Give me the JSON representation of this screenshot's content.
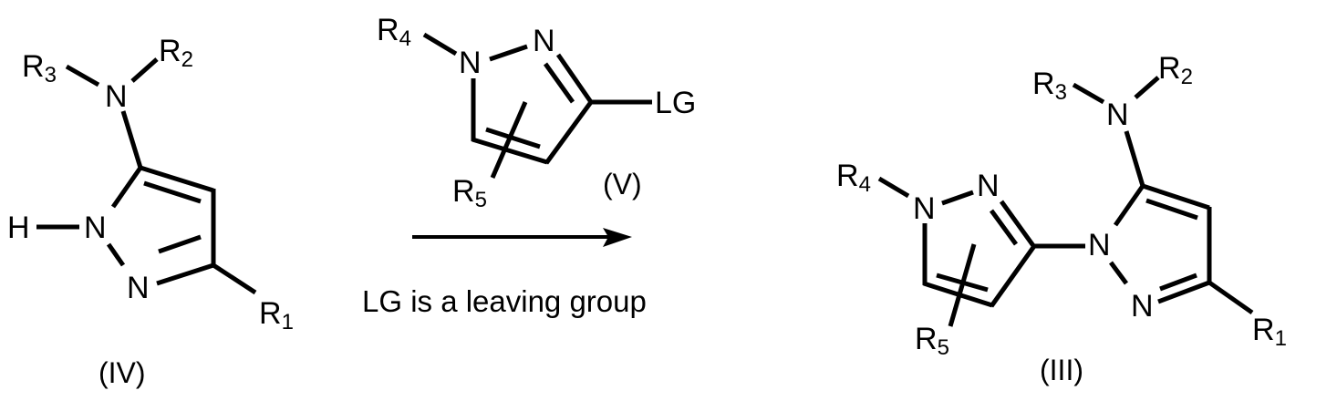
{
  "scheme": {
    "type": "chemical_reaction_scheme",
    "colors": {
      "ink": "#000000",
      "background": "#ffffff"
    },
    "reactant_1": {
      "label": "(IV)",
      "description": "1H-pyrazol-5-amine bearing NR3R2 substituent at C5, H on N1, R1 at C3",
      "atoms": {
        "amine_N": "N",
        "R3": "R",
        "R3_sub": "3",
        "R2": "R",
        "R2_sub": "2",
        "H": "H",
        "N1": "N",
        "N2": "N",
        "R1": "R",
        "R1_sub": "1"
      }
    },
    "reactant_2": {
      "label": "(V)",
      "description": "1-R4-pyrazole with leaving group LG at C3 and floating R5 substituent",
      "atoms": {
        "R4": "R",
        "R4_sub": "4",
        "N1": "N",
        "N2": "N",
        "LG": "LG",
        "R5": "R",
        "R5_sub": "5"
      }
    },
    "arrow": {
      "direction": "right",
      "condition_below": "LG is a leaving group"
    },
    "product": {
      "label": "(III)",
      "description": "N-linked bipyrazole: 1-R4-pyrazol-3-yl attached to N1 of the 5-amino(NR3R2)-3-R1 pyrazole",
      "atoms": {
        "R3": "R",
        "R3_sub": "3",
        "R2": "R",
        "R2_sub": "2",
        "amine_N": "N",
        "R4": "R",
        "R4_sub": "4",
        "left_N1": "N",
        "left_N2": "N",
        "right_N1": "N",
        "right_N2": "N",
        "R1": "R",
        "R1_sub": "1",
        "R5": "R",
        "R5_sub": "5"
      }
    }
  }
}
